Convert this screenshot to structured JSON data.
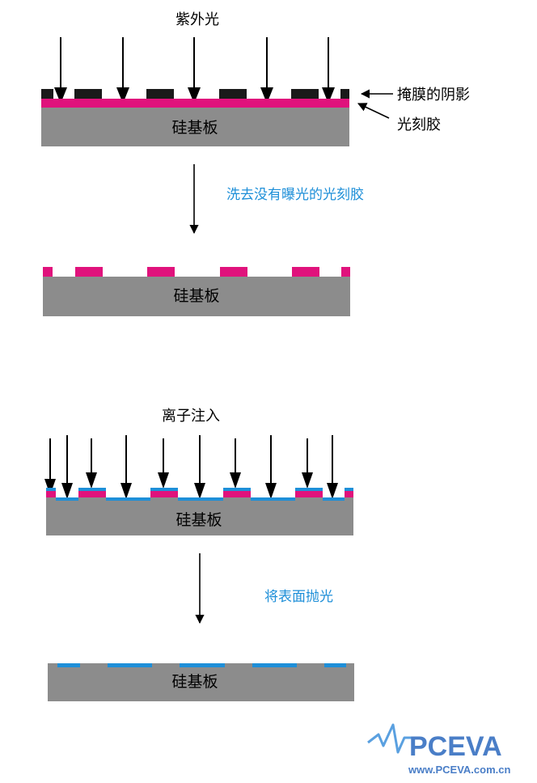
{
  "colors": {
    "substrate": "#8c8c8c",
    "photoresist": "#e0127c",
    "mask": "#1a1a1a",
    "implant": "#1e8fd8",
    "arrow": "#000000",
    "step_label": "#1e8fd8",
    "watermark": "#4a7ec7"
  },
  "stage1": {
    "title": "紫外光",
    "substrate_label": "硅基板",
    "mask_label": "掩膜的阴影",
    "resist_label": "光刻胶"
  },
  "step1": {
    "label": "洗去没有曝光的光刻胶"
  },
  "stage2": {
    "substrate_label": "硅基板"
  },
  "stage3": {
    "title": "离子注入",
    "substrate_label": "硅基板"
  },
  "step2": {
    "label": "将表面抛光"
  },
  "stage4": {
    "substrate_label": "硅基板"
  },
  "watermark": {
    "logo_text": "PCEVA",
    "url": "www.PCEVA.com.cn"
  }
}
